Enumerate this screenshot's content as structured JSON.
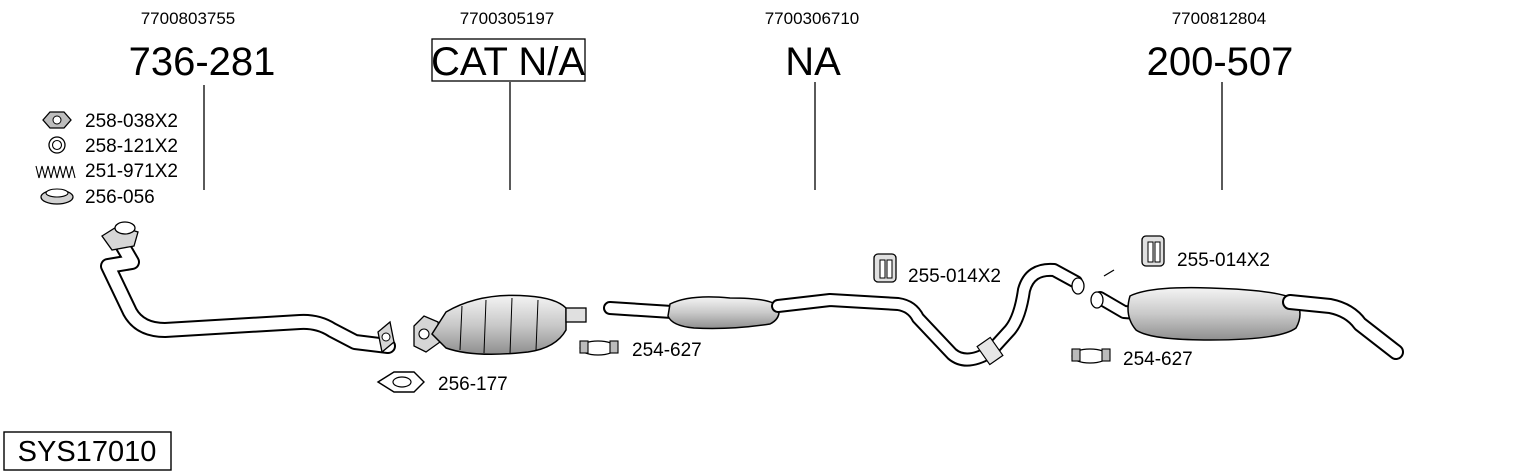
{
  "diagram": {
    "system_code": "SYS17010",
    "sections": [
      {
        "oem": "7700803755",
        "part": "736-281",
        "boxed": false
      },
      {
        "oem": "7700305197",
        "part": "CAT N/A",
        "boxed": true
      },
      {
        "oem": "7700306710",
        "part": "NA",
        "boxed": false
      },
      {
        "oem": "7700812804",
        "part": "200-507",
        "boxed": false
      }
    ],
    "fittings": [
      {
        "label": "258-038X2",
        "icon": "nut-icon"
      },
      {
        "label": "258-121X2",
        "icon": "washer-icon"
      },
      {
        "label": "251-971X2",
        "icon": "spring-icon"
      },
      {
        "label": "256-056",
        "icon": "sealing-ring-icon"
      },
      {
        "label": "256-177",
        "icon": "gasket-icon"
      },
      {
        "label": "254-627",
        "icon": "clamp-icon"
      },
      {
        "label": "255-014X2",
        "icon": "rubber-hanger-icon"
      },
      {
        "label": "255-014X2",
        "icon": "rubber-hanger-icon"
      },
      {
        "label": "254-627",
        "icon": "clamp-icon"
      }
    ]
  }
}
